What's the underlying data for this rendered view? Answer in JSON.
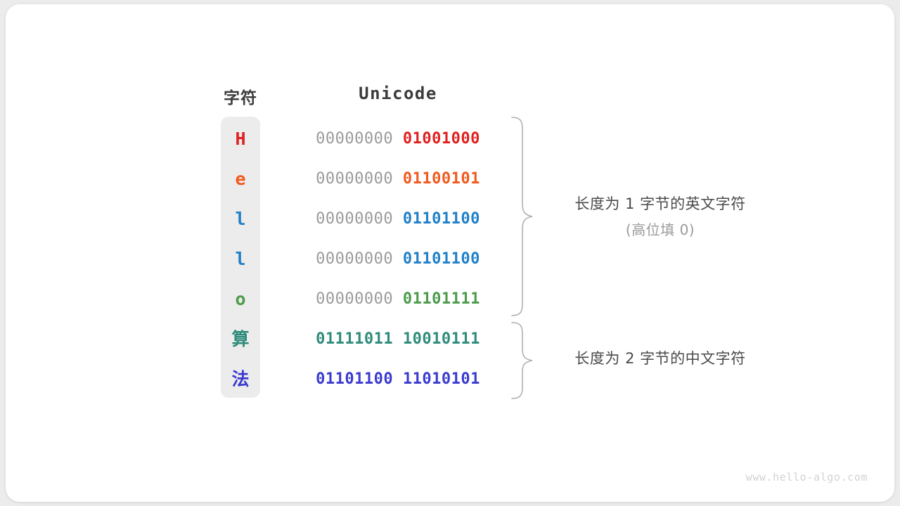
{
  "diagram": {
    "headers": {
      "char_column": "字符",
      "code_column": "Unicode"
    },
    "rows": [
      {
        "char": "H",
        "char_color": "#e02020",
        "is_cjk": false,
        "high_byte": "00000000",
        "low_byte": "01001000",
        "byte_color": "#e02020",
        "two_byte": false
      },
      {
        "char": "e",
        "char_color": "#f05a1e",
        "is_cjk": false,
        "high_byte": "00000000",
        "low_byte": "01100101",
        "byte_color": "#f05a1e",
        "two_byte": false
      },
      {
        "char": "l",
        "char_color": "#2080c8",
        "is_cjk": false,
        "high_byte": "00000000",
        "low_byte": "01101100",
        "byte_color": "#2080c8",
        "two_byte": false
      },
      {
        "char": "l",
        "char_color": "#2080c8",
        "is_cjk": false,
        "high_byte": "00000000",
        "low_byte": "01101100",
        "byte_color": "#2080c8",
        "two_byte": false
      },
      {
        "char": "o",
        "char_color": "#4b9b4b",
        "is_cjk": false,
        "high_byte": "00000000",
        "low_byte": "01101111",
        "byte_color": "#4b9b4b",
        "two_byte": false
      },
      {
        "char": "算",
        "char_color": "#2e8b7a",
        "is_cjk": true,
        "high_byte": "01111011",
        "low_byte": "10010111",
        "byte_color": "#2e8b7a",
        "two_byte": true
      },
      {
        "char": "法",
        "char_color": "#3a3ad0",
        "is_cjk": true,
        "high_byte": "01101100",
        "low_byte": "11010101",
        "byte_color": "#3a3ad0",
        "two_byte": true
      }
    ],
    "annotations": [
      {
        "line1": "长度为 1 字节的英文字符",
        "line2": "(高位填 0)"
      },
      {
        "line1": "长度为 2 字节的中文字符",
        "line2": ""
      }
    ],
    "watermark": "www.hello-algo.com",
    "colors": {
      "background": "#ececec",
      "card": "#ffffff",
      "char_column_bg": "#ececec",
      "padding_bits": "#9a9a9a",
      "brace": "#b0b0b0",
      "annotation_primary": "#4a4a4a",
      "annotation_secondary": "#9a9a9a",
      "header_text": "#3b3b3b",
      "watermark": "#d2d2d2"
    }
  }
}
